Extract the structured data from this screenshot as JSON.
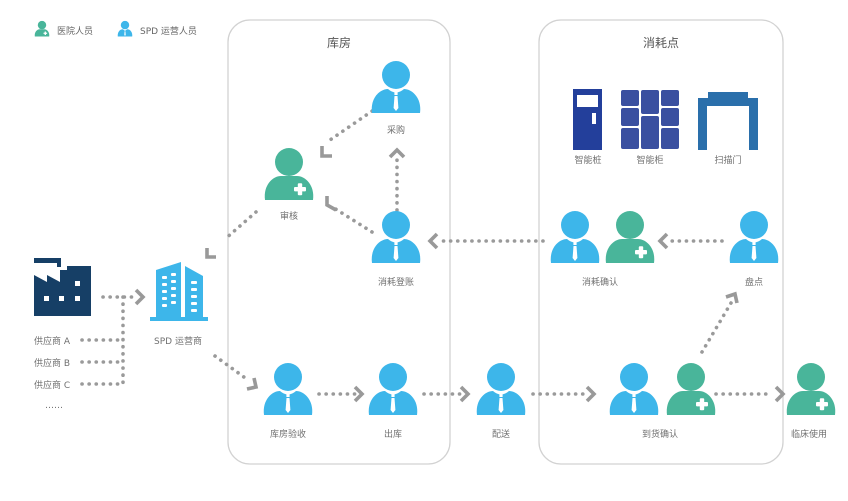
{
  "colors": {
    "spd_blue": "#3db6ea",
    "hospital_green": "#49b59a",
    "factory_navy": "#163f66",
    "device_navy": "#233f9b",
    "cabinet_indigo": "#3a4fa0",
    "gate_blue": "#2a6fab",
    "connector_gray": "#9a9a9a",
    "panel_border": "#d2d2d2"
  },
  "legend": [
    {
      "icon": "hospital-staff-icon",
      "label": "医院人员"
    },
    {
      "icon": "spd-staff-icon",
      "label": "SPD 运营人员"
    }
  ],
  "panels": {
    "warehouse": {
      "title": "库房"
    },
    "consumption_point": {
      "title": "消耗点"
    }
  },
  "suppliers": {
    "icon": "factory-icon",
    "items": [
      "供应商 A",
      "供应商 B",
      "供应商 C"
    ],
    "more": "……"
  },
  "operator": {
    "icon": "office-building-icon",
    "label": "SPD 运营商"
  },
  "devices": [
    {
      "icon": "smart-pile-icon",
      "label": "智能桩"
    },
    {
      "icon": "smart-cabinet-icon",
      "label": "智能柜"
    },
    {
      "icon": "scanner-gate-icon",
      "label": "扫描门"
    }
  ],
  "nodes": {
    "procurement": {
      "label": "采购",
      "role": "spd"
    },
    "review": {
      "label": "审核",
      "role": "hospital"
    },
    "consumption_billing": {
      "label": "消耗登账",
      "role": "spd"
    },
    "consumption_confirm": {
      "label": "消耗确认",
      "roles": [
        "spd",
        "hospital"
      ]
    },
    "inventory_check": {
      "label": "盘点",
      "role": "spd"
    },
    "warehouse_inspection": {
      "label": "库房验收",
      "role": "spd"
    },
    "outbound": {
      "label": "出库",
      "role": "spd"
    },
    "delivery": {
      "label": "配送",
      "role": "spd"
    },
    "arrival_confirm": {
      "label": "到货确认",
      "roles": [
        "spd",
        "hospital"
      ]
    },
    "clinical_use": {
      "label": "临床使用",
      "role": "hospital"
    }
  }
}
